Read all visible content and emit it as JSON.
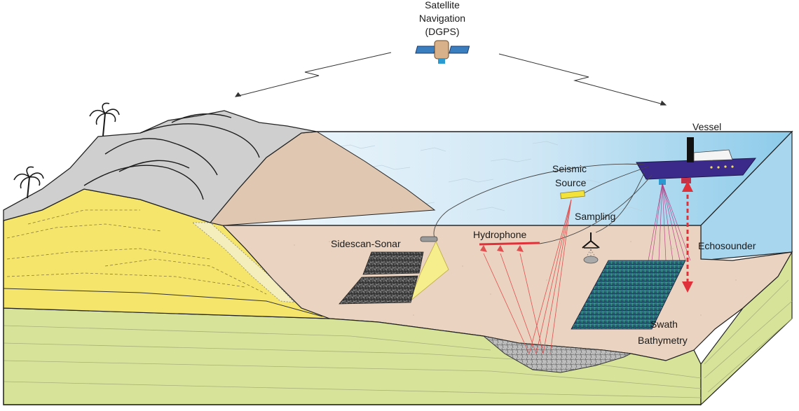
{
  "labels": {
    "satellite_line1": "Satellite",
    "satellite_line2": "Navigation",
    "satellite_line3": "(DGPS)",
    "vessel": "Vessel",
    "seismic_line1": "Seismic",
    "seismic_line2": "Source",
    "sampling": "Sampling",
    "hydrophone": "Hydrophone",
    "sidescan": "Sidescan-Sonar",
    "echosounder": "Echosounder",
    "swath_line1": "Swath",
    "swath_line2": "Bathymetry"
  },
  "colors": {
    "water_light": "#e8f4fb",
    "water_dark": "#8ccbea",
    "water_side": "#a9d6ef",
    "seafloor": "#ead3c0",
    "grass_green": "#d8e39a",
    "sand_yellow": "#f5e56a",
    "rock_grey": "#cfcfcf",
    "tan_slope": "#e0c7b1",
    "vessel_hull": "#3b2a8a",
    "echo_red": "#e0313a",
    "beam_magenta": "#b0307a",
    "seismic_ray": "#e05050"
  },
  "icons": {
    "satellite": "satellite-icon",
    "palm_tree": "palm-tree-icon",
    "vessel": "ship-icon",
    "sampler": "grab-sampler-icon"
  }
}
